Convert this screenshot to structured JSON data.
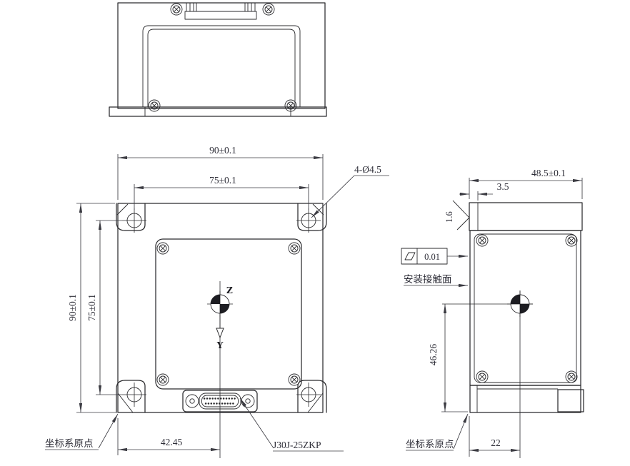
{
  "front_view": {
    "dim_width_outer": "90±0.1",
    "dim_width_holes": "75±0.1",
    "dim_height_outer": "90±0.1",
    "dim_height_holes": "75±0.1",
    "holes_note": "4-Ø4.5",
    "dim_connector_offset": "42.45",
    "connector_label": "J30J-25ZKP",
    "origin_label": "坐标系原点",
    "axis_y_label": "Y",
    "axis_z_label": "Z"
  },
  "side_view": {
    "dim_depth_outer": "48.5±0.1",
    "dim_flange_thickness": "3.5",
    "surface_roughness": "1.6",
    "flatness_tolerance": "0.01",
    "mounting_face_label": "安装接触面",
    "dim_cg_to_bottom": "46.26",
    "dim_cg_offset": "22",
    "origin_label": "坐标系原点"
  }
}
